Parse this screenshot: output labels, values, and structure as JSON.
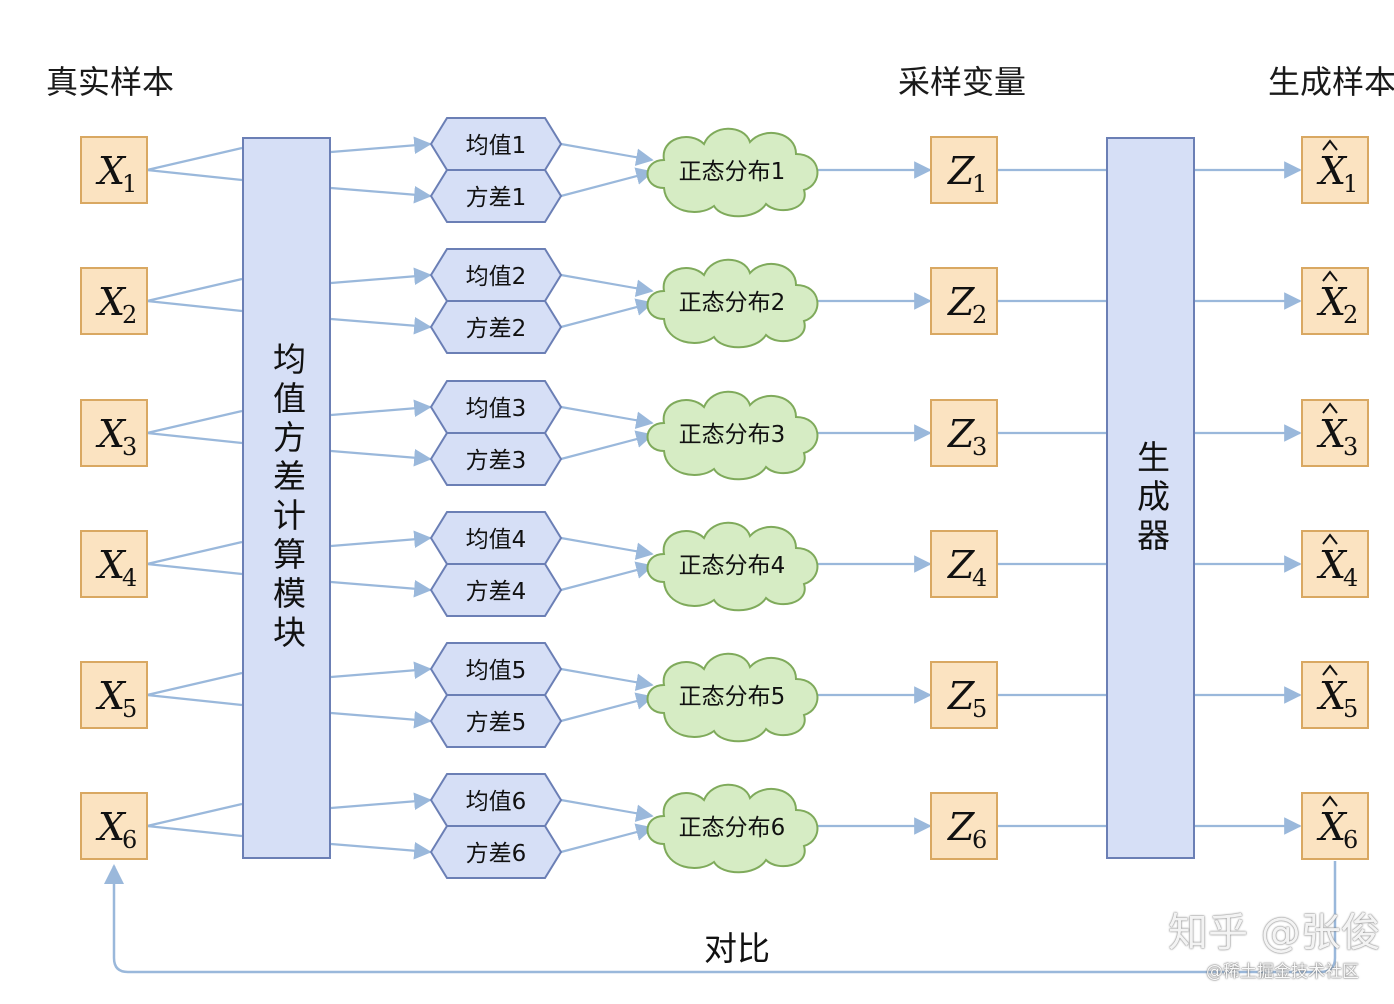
{
  "headers": {
    "real_samples": "真实样本",
    "sampled_variables": "采样变量",
    "generated_samples": "生成样本"
  },
  "modules": {
    "mean_variance": "均值方差计算模块",
    "generator": "生成器"
  },
  "rows": [
    {
      "x_base": "X",
      "x_sub": "1",
      "mean": "均值1",
      "variance": "方差1",
      "dist": "正态分布1",
      "z_base": "Z",
      "z_sub": "1",
      "xh_base": "X",
      "xh_sub": "1"
    },
    {
      "x_base": "X",
      "x_sub": "2",
      "mean": "均值2",
      "variance": "方差2",
      "dist": "正态分布2",
      "z_base": "Z",
      "z_sub": "2",
      "xh_base": "X",
      "xh_sub": "2"
    },
    {
      "x_base": "X",
      "x_sub": "3",
      "mean": "均值3",
      "variance": "方差3",
      "dist": "正态分布3",
      "z_base": "Z",
      "z_sub": "3",
      "xh_base": "X",
      "xh_sub": "3"
    },
    {
      "x_base": "X",
      "x_sub": "4",
      "mean": "均值4",
      "variance": "方差4",
      "dist": "正态分布4",
      "z_base": "Z",
      "z_sub": "4",
      "xh_base": "X",
      "xh_sub": "4"
    },
    {
      "x_base": "X",
      "x_sub": "5",
      "mean": "均值5",
      "variance": "方差5",
      "dist": "正态分布5",
      "z_base": "Z",
      "z_sub": "5",
      "xh_base": "X",
      "xh_sub": "5"
    },
    {
      "x_base": "X",
      "x_sub": "6",
      "mean": "均值6",
      "variance": "方差6",
      "dist": "正态分布6",
      "z_base": "Z",
      "z_sub": "6",
      "xh_base": "X",
      "xh_sub": "6"
    }
  ],
  "feedback_label": "对比",
  "watermarks": {
    "zhihu": "知乎 @张俊",
    "juejin": "@稀土掘金技术社区"
  },
  "colors": {
    "sample_fill": "#fbe3c1",
    "sample_stroke": "#d9a862",
    "hex_fill": "#d6dff6",
    "hex_stroke": "#6b7fb5",
    "cloud_fill": "#d6ecc4",
    "cloud_stroke": "#7faa5b",
    "arrow": "#9ab8db"
  }
}
